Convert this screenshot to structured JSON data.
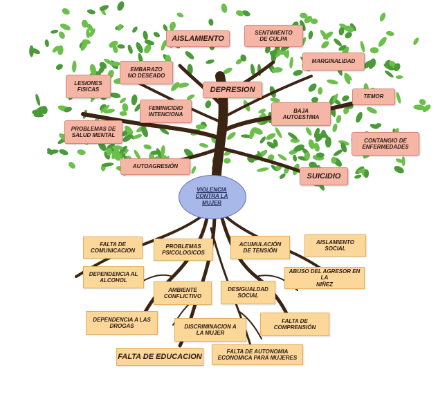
{
  "colors": {
    "effect_box": "#f5b6a6",
    "cause_box": "#fbd79a",
    "center_ellipse": "#a8b8e8",
    "trunk": "#3b2414",
    "leaves": "#4a9a3a"
  },
  "center": {
    "label": "VIOLENCIA\nCONTRA LA\nMUJER"
  },
  "effects": [
    {
      "id": "aislamiento",
      "label": "AISLAMIENTO"
    },
    {
      "id": "sentimiento-de-culpa",
      "label": "SENTIMIENTO\nDE CULPA"
    },
    {
      "id": "marginalidad",
      "label": "MARGINALIDAD"
    },
    {
      "id": "lesiones-fisicas",
      "label": "LESIONES\nFISICAS"
    },
    {
      "id": "embarazo-no-deseado",
      "label": "EMBARAZO\nNO DESEADO"
    },
    {
      "id": "depresion",
      "label": "DEPRESION"
    },
    {
      "id": "temor",
      "label": "TEMOR"
    },
    {
      "id": "feminicidio-intencional",
      "label": "FEMINICIDIO\nINTENCIONA"
    },
    {
      "id": "baja-autoestima",
      "label": "BAJA\nAUTOESTIMA"
    },
    {
      "id": "problemas-de-salud-mental",
      "label": "PROBLEMAS DE\nSALUD MENTAL"
    },
    {
      "id": "contagio-de-enfermedades",
      "label": "CONTANGIO DE\nENFERMEDADES"
    },
    {
      "id": "autoagresion",
      "label": "AUTOAGRESIÓN"
    },
    {
      "id": "suicidio",
      "label": "SUICIDIO"
    }
  ],
  "causes": [
    {
      "id": "falta-de-comunicacion",
      "label": "FALTA DE\nCOMUNICACION"
    },
    {
      "id": "problemas-psicologicos",
      "label": "PROBLEMAS\nPSICOLOGICOS"
    },
    {
      "id": "acumulacion-de-tension",
      "label": "ACUMULACIÓN\nDE TENSIÓN"
    },
    {
      "id": "aislamiento-social",
      "label": "AISLAMIENTO\nSOCIAL"
    },
    {
      "id": "dependencia-al-alcohol",
      "label": "DEPENDENCIA AL\nALCOHOL"
    },
    {
      "id": "abuso-del-agresor",
      "label": "ABUSO DEL AGRESOR EN LA\nNIÑEZ"
    },
    {
      "id": "ambiente-conflictivo",
      "label": "AMBIENTE\nCONFLICTIVO"
    },
    {
      "id": "desigualdad-social",
      "label": "DESIGUALDAD\nSOCIAL"
    },
    {
      "id": "dependencia-a-las-drogas",
      "label": "DEPENDENCIA A LAS\nDROGAS"
    },
    {
      "id": "discriminacion-a-la-mujer",
      "label": "DISCRIMINACION A\nLA MUJER"
    },
    {
      "id": "falta-de-comprension",
      "label": "FALTA DE\nCOMPRENSIÓN"
    },
    {
      "id": "falta-de-educacion",
      "label": "FALTA DE EDUCACION"
    },
    {
      "id": "falta-de-autonomia",
      "label": "FALTA DE AUTONOMIA\nECONOMICA PARA MUJERES"
    }
  ]
}
